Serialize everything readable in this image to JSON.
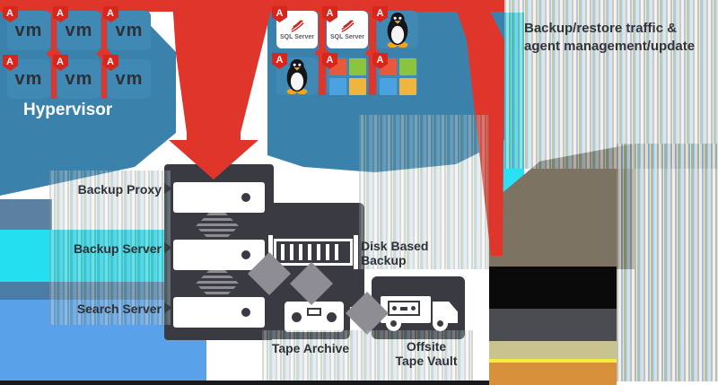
{
  "diagram": {
    "agent_badge": "A",
    "hypervisor": {
      "label": "Hypervisor",
      "vm_label": "vm",
      "vm_count": 6
    },
    "physical": {
      "sql_label": "SQL Server",
      "tiles": [
        "sql-server",
        "sql-server",
        "linux",
        "linux",
        "windows",
        "windows"
      ]
    },
    "legend": {
      "line1": "Backup/restore traffic &",
      "line2": "agent management/update"
    },
    "components": {
      "backup_proxy": "Backup Proxy",
      "backup_server": "Backup Server",
      "search_server": "Search Server",
      "disk_backup_line1": "Disk Based",
      "disk_backup_line2": "Backup",
      "tape_archive": "Tape Archive",
      "offsite_line1": "Offsite",
      "offsite_line2": "Tape Vault"
    },
    "colors": {
      "flow_red": "#e0352b",
      "infra_blue": "#3a81ac",
      "charcoal": "#3a3b42",
      "windows_logo": [
        "#e8593c",
        "#8bc53f",
        "#4aa3e0",
        "#f0b53f"
      ]
    }
  }
}
